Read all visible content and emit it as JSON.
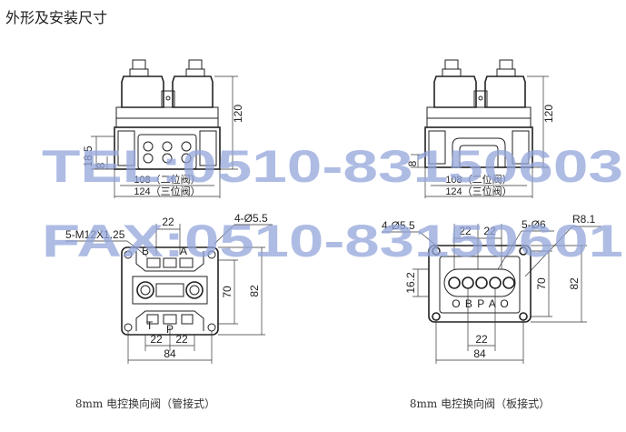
{
  "title": "外形及安装尺寸",
  "watermark": {
    "tel": "TEL:0510-83150603",
    "fax": "FAX:0510-83150601",
    "color": "#93a6db"
  },
  "top_left_view": {
    "height_dim": "120",
    "dim_18_5": "18.5",
    "dim_8": "8",
    "width_108": "108（二位阀）",
    "width_124": "124（三位阀）"
  },
  "top_right_view": {
    "height_dim": "120",
    "dim_8": "8",
    "width_108": "108（二位阀）",
    "width_124": "124（三位阀）"
  },
  "bottom_left_view": {
    "thread": "5-M12X1.25",
    "dim_22_top": "22",
    "holes": "4-Ø5.5",
    "port_b": "B",
    "port_a": "A",
    "port_t": "T",
    "port_p": "P",
    "dim_70": "70",
    "dim_82": "82",
    "dim_22_a": "22",
    "dim_22_b": "22",
    "dim_84": "84"
  },
  "bottom_right_view": {
    "holes_left": "4-Ø5.5",
    "dim_22_a": "22",
    "dim_22_b": "22",
    "ports_6": "5-Ø6",
    "radius": "R8.1",
    "port_labels": "O B P A O",
    "dim_16_2": "16.2",
    "dim_70": "70",
    "dim_82": "82",
    "dim_22": "22",
    "dim_84": "84"
  },
  "captions": {
    "left": "8mm 电控换向阀（管接式）",
    "right": "8mm 电控换向阀（板接式）"
  }
}
